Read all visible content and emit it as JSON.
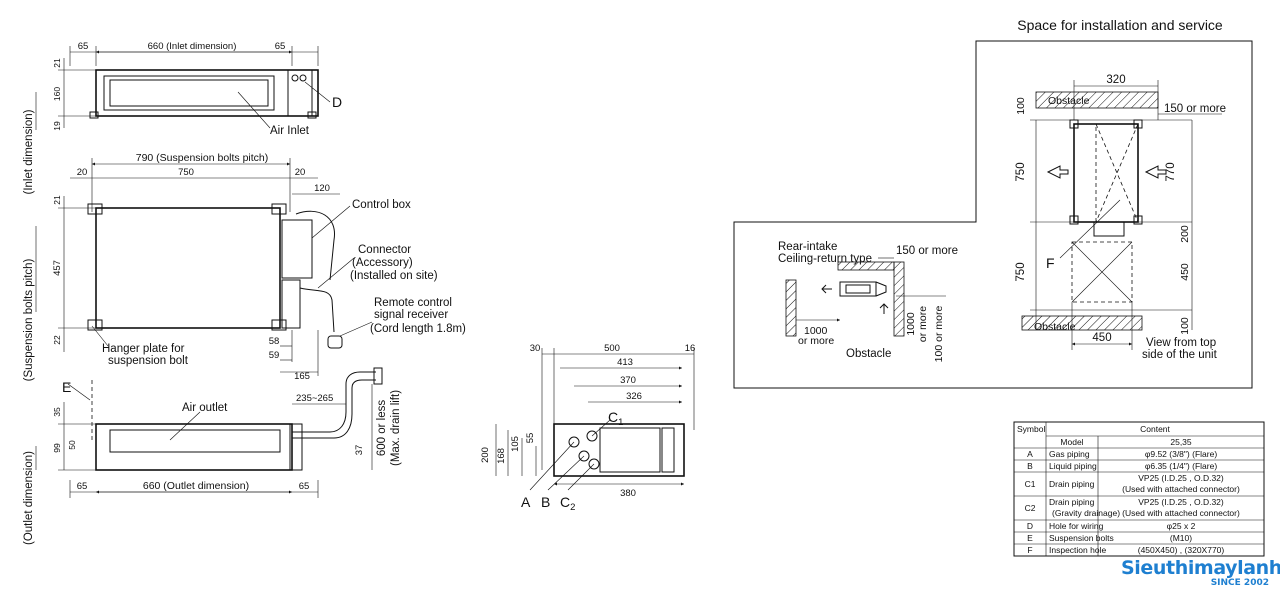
{
  "title": "Space for installation and service",
  "front_view": {
    "inlet_dimension": "660 (Inlet dimension)",
    "left_margin": "65",
    "right_margin": "65",
    "h_top": "21",
    "h_mid": "160",
    "h_bottom": "19",
    "air_inlet": "Air Inlet",
    "detail_d": "D",
    "inlet_side_label": "(Inlet dimension)"
  },
  "top_view": {
    "bolt_pitch": "790 (Suspension bolts pitch)",
    "w_main": "750",
    "w_left": "20",
    "w_right": "20",
    "w_box": "120",
    "h_top": "21",
    "h_main": "457",
    "h_bottom": "22",
    "control_box": "Control box",
    "connector_1": "Connector",
    "connector_2": "(Accessory)",
    "connector_3": "(Installed on site)",
    "remote_1": "Remote control",
    "remote_2": "signal receiver",
    "remote_3": "(Cord length 1.8m)",
    "hanger_1": "Hanger plate for",
    "hanger_2": "suspension bolt",
    "d58": "58",
    "d59": "59",
    "d165": "165",
    "side_label": "(Suspension bolts pitch)"
  },
  "bottom_view": {
    "air_outlet": "Air outlet",
    "outlet_dimension": "660 (Outlet dimension)",
    "left_margin": "65",
    "right_margin": "65",
    "h35": "35",
    "h99": "99",
    "h50": "50",
    "d235": "235~265",
    "d37": "37",
    "drain_1": "600 or less",
    "drain_2": "(Max. drain lift)",
    "label_e": "E",
    "side_label": "(Outlet dimension)"
  },
  "side_view": {
    "d30": "30",
    "d500": "500",
    "d16": "16",
    "d413": "413",
    "d370": "370",
    "d326": "326",
    "d200": "200",
    "d168": "168",
    "d105": "105",
    "d55": "55",
    "d380": "380",
    "c1_main": "C",
    "c1_sub": "1",
    "a": "A",
    "b": "B",
    "c2_main": "C",
    "c2_sub": "2"
  },
  "rear_intake": {
    "label_1": "Rear-intake",
    "label_2": "Ceiling-return type",
    "d150": "150 or more",
    "d1000_1": "1000",
    "d1000_2": "or more",
    "d1000v": "1000",
    "d1000v_2": "or more",
    "d100v": "100 or more",
    "obstacle": "Obstacle"
  },
  "plan_view": {
    "d320": "320",
    "d100_top": "100",
    "obstacle_top": "Obstacle",
    "d150": "150 or more",
    "d750_a": "750",
    "d770": "770",
    "d200": "200",
    "d750_b": "750",
    "d450_v": "450",
    "d100_bottom": "100",
    "label_f": "F",
    "obstacle_bottom": "Obstacle",
    "d450_h": "450",
    "view_1": "View from top",
    "view_2": "side of the unit"
  },
  "spec_table": {
    "symbol_header": "Symbol",
    "content_header": "Content",
    "model_label": "Model",
    "model_value": "25,35",
    "rows": [
      {
        "symbol": "A",
        "name": "Gas piping",
        "content": "φ9.52 (3/8\") (Flare)"
      },
      {
        "symbol": "B",
        "name": "Liquid piping",
        "content": "φ6.35 (1/4\") (Flare)"
      },
      {
        "symbol": "C1",
        "name": "Drain piping",
        "content": "VP25 (I.D.25 , O.D.32)",
        "content2": "(Used with attached connector)"
      },
      {
        "symbol": "C2",
        "name": "Drain piping",
        "name2": "(Gravity drainage)",
        "content": "VP25 (I.D.25 , O.D.32)",
        "content2": "(Used with attached connector)"
      },
      {
        "symbol": "D",
        "name": "Hole for wiring",
        "content": "φ25 x 2"
      },
      {
        "symbol": "E",
        "name": "Suspension bolts",
        "content": "(M10)"
      },
      {
        "symbol": "F",
        "name": "Inspection hole",
        "content": "(450X450) , (320X770)"
      }
    ]
  },
  "logo": {
    "brand": "Sieuthimaylanh",
    "since": "SINCE 2002",
    "color": "#1e7fd0"
  }
}
